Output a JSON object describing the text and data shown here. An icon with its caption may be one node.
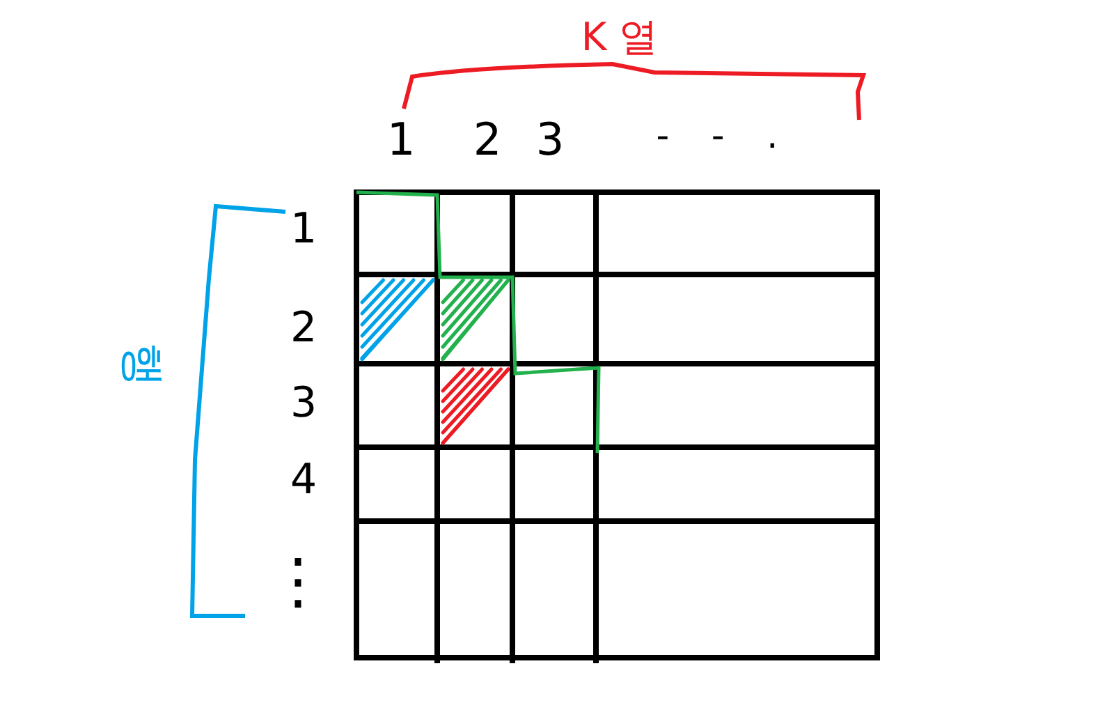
{
  "diagram": {
    "labels": [
      "K 열",
      "1",
      "2",
      "3",
      "- - .",
      "행",
      "1",
      "2",
      "3",
      "4",
      "⋮"
    ]
  }
}
